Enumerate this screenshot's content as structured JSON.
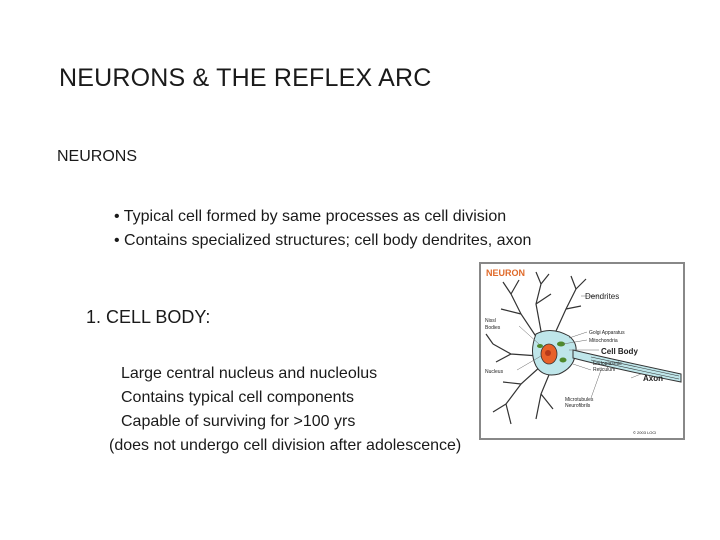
{
  "slide": {
    "title": "NEURONS  & THE REFLEX ARC",
    "subheading": "NEURONS",
    "bullets": [
      "Typical cell  formed by same processes as cell division",
      "Contains specialized structures; cell body dendrites, axon"
    ],
    "numbered_heading": "1.   CELL BODY:",
    "details": [
      "Large central nucleus and nucleolus",
      "Contains typical cell components",
      "Capable of surviving for >100 yrs",
      "(does not undergo cell division after adolescence)"
    ]
  },
  "figure": {
    "heading": "NEURON",
    "labels": {
      "dendrites": "Dendrites",
      "nissl": "Nissl",
      "bodies": "Bodies",
      "golgi": "Golgi Apparatus",
      "mitochondria": "Mitochondria",
      "cell_body": "Cell Body",
      "nucleus": "Nucleus",
      "endoplasmic": "Endoplasmic",
      "reticulum": "Reticulum",
      "axon": "Axon",
      "microtubules": "Microtubules",
      "neurofibrils": "Neurofibrils",
      "copyright": "© 2003 LOCI"
    },
    "colors": {
      "heading": "#e06a2a",
      "cell_fill": "#bfe6ea",
      "nucleus": "#e8612a",
      "organelle": "#4f8a2c",
      "outline": "#333333"
    }
  }
}
